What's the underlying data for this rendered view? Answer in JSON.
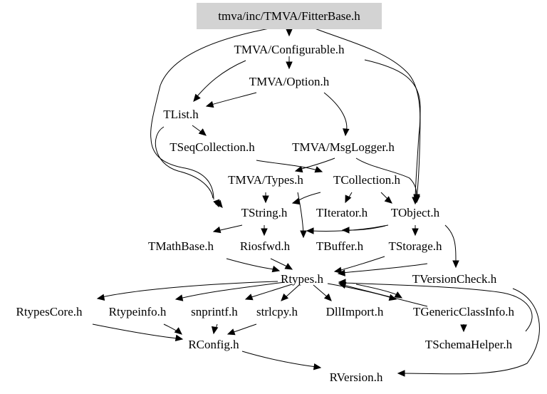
{
  "graph": {
    "colors": {
      "root_fill": "#d3d3d3",
      "edge": "#000000",
      "text": "#000000",
      "background": "#ffffff"
    },
    "nodes": [
      {
        "id": "fitterbase",
        "label": "tmva/inc/TMVA/FitterBase.h",
        "root": true
      },
      {
        "id": "configurable",
        "label": "TMVA/Configurable.h"
      },
      {
        "id": "option",
        "label": "TMVA/Option.h"
      },
      {
        "id": "tlist",
        "label": "TList.h"
      },
      {
        "id": "tseqcollection",
        "label": "TSeqCollection.h"
      },
      {
        "id": "msglogger",
        "label": "TMVA/MsgLogger.h"
      },
      {
        "id": "types",
        "label": "TMVA/Types.h"
      },
      {
        "id": "tcollection",
        "label": "TCollection.h"
      },
      {
        "id": "tstring",
        "label": "TString.h"
      },
      {
        "id": "titerator",
        "label": "TIterator.h"
      },
      {
        "id": "tobject",
        "label": "TObject.h"
      },
      {
        "id": "tmathbase",
        "label": "TMathBase.h"
      },
      {
        "id": "riosfwd",
        "label": "Riosfwd.h"
      },
      {
        "id": "tbuffer",
        "label": "TBuffer.h"
      },
      {
        "id": "tstorage",
        "label": "TStorage.h"
      },
      {
        "id": "rtypes",
        "label": "Rtypes.h"
      },
      {
        "id": "tversioncheck",
        "label": "TVersionCheck.h"
      },
      {
        "id": "rtypescore",
        "label": "RtypesCore.h"
      },
      {
        "id": "rtypeinfo",
        "label": "Rtypeinfo.h"
      },
      {
        "id": "snprintf",
        "label": "snprintf.h"
      },
      {
        "id": "strlcpy",
        "label": "strlcpy.h"
      },
      {
        "id": "dllimport",
        "label": "DllImport.h"
      },
      {
        "id": "tgenericclassinfo",
        "label": "TGenericClassInfo.h"
      },
      {
        "id": "rconfig",
        "label": "RConfig.h"
      },
      {
        "id": "tschemahelper",
        "label": "TSchemaHelper.h"
      },
      {
        "id": "rversion",
        "label": "RVersion.h"
      }
    ]
  }
}
